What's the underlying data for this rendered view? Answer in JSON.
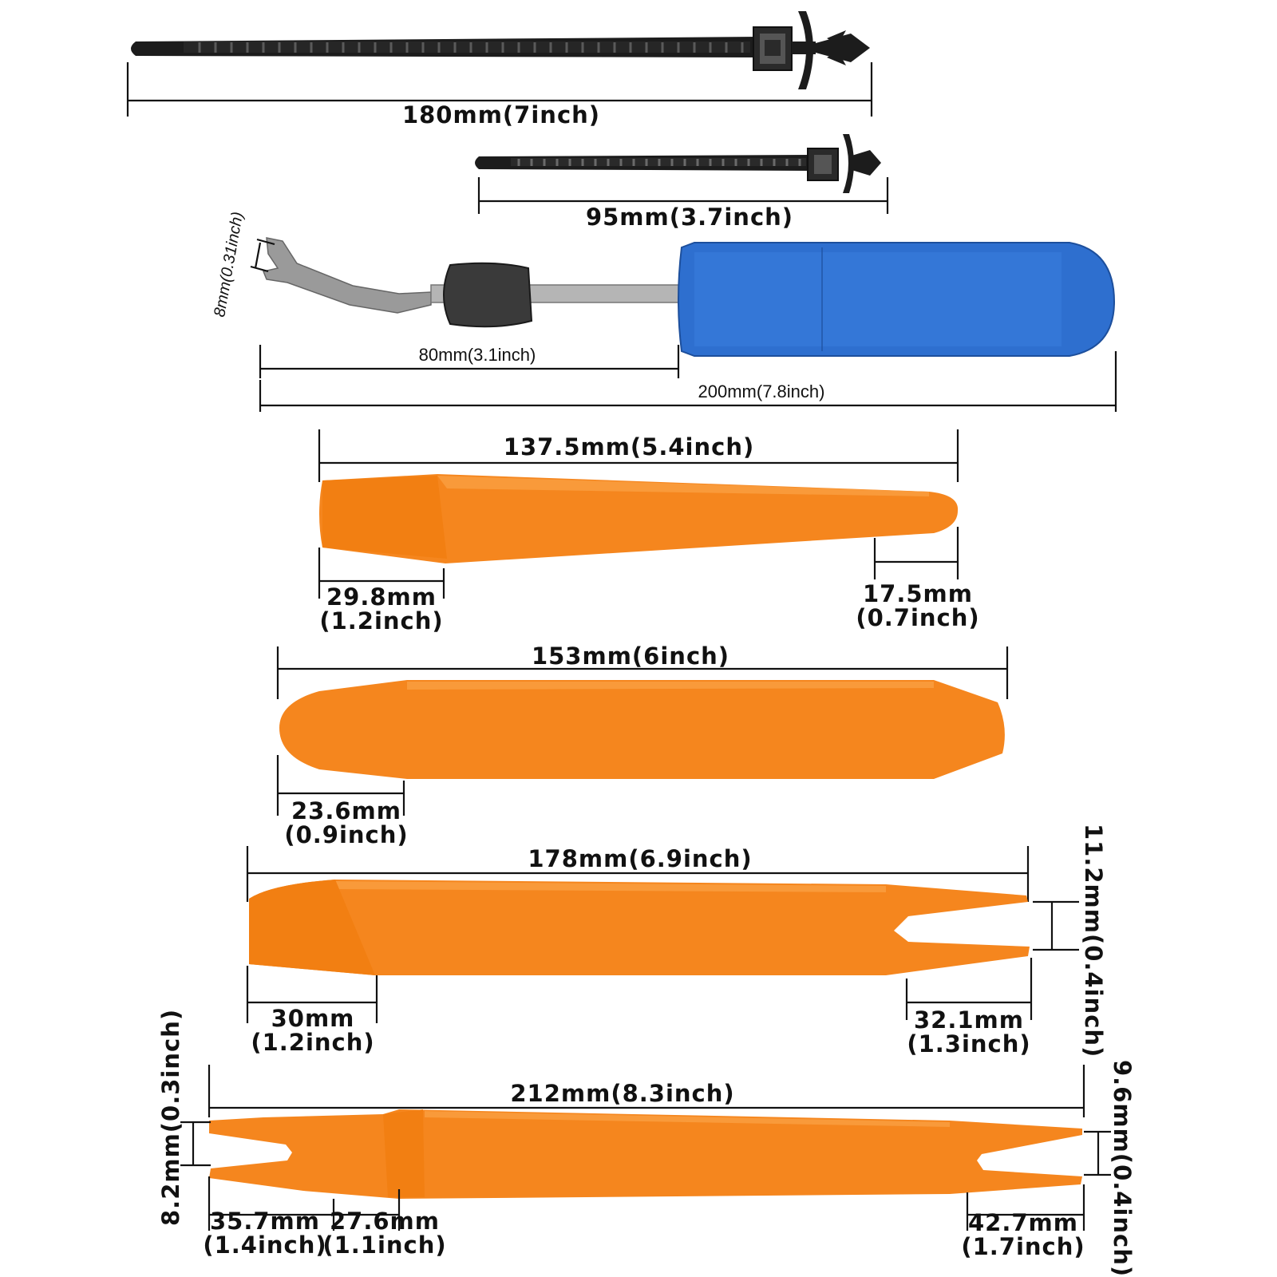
{
  "items": {
    "cable_tie_long": {
      "length": "180mm(7inch)"
    },
    "cable_tie_short": {
      "length": "95mm(3.7inch)"
    },
    "clip_remover": {
      "slot": "8mm(0.31inch)",
      "shaft": "80mm(3.1inch)",
      "total": "200mm(7.8inch)",
      "handle_color": "#2e6fcf"
    },
    "pry_tool_1": {
      "length": "137.5mm(5.4inch)",
      "left_w1": "29.8mm",
      "left_w2": "(1.2inch)",
      "right_w1": "17.5mm",
      "right_w2": "(0.7inch)"
    },
    "pry_tool_2": {
      "length": "153mm(6inch)",
      "left_w1": "23.6mm",
      "left_w2": "(0.9inch)"
    },
    "pry_tool_3": {
      "length": "178mm(6.9inch)",
      "left_w1": "30mm",
      "left_w2": "(1.2inch)",
      "right_w1": "32.1mm",
      "right_w2": "(1.3inch)",
      "fork": "11.2mm(0.4inch)"
    },
    "pry_tool_4": {
      "length": "212mm(8.3inch)",
      "a1": "35.7mm",
      "a2": "(1.4inch)",
      "b1": "27.6mm",
      "b2": "(1.1inch)",
      "c1": "42.7mm",
      "c2": "(1.7inch)",
      "left_fork": "8.2mm(0.3inch)",
      "right_fork": "9.6mm(0.4inch)"
    }
  },
  "colors": {
    "tool_orange": "#f5861e",
    "tie_black": "#1c1c1c",
    "steel": "#a8a8a8"
  }
}
